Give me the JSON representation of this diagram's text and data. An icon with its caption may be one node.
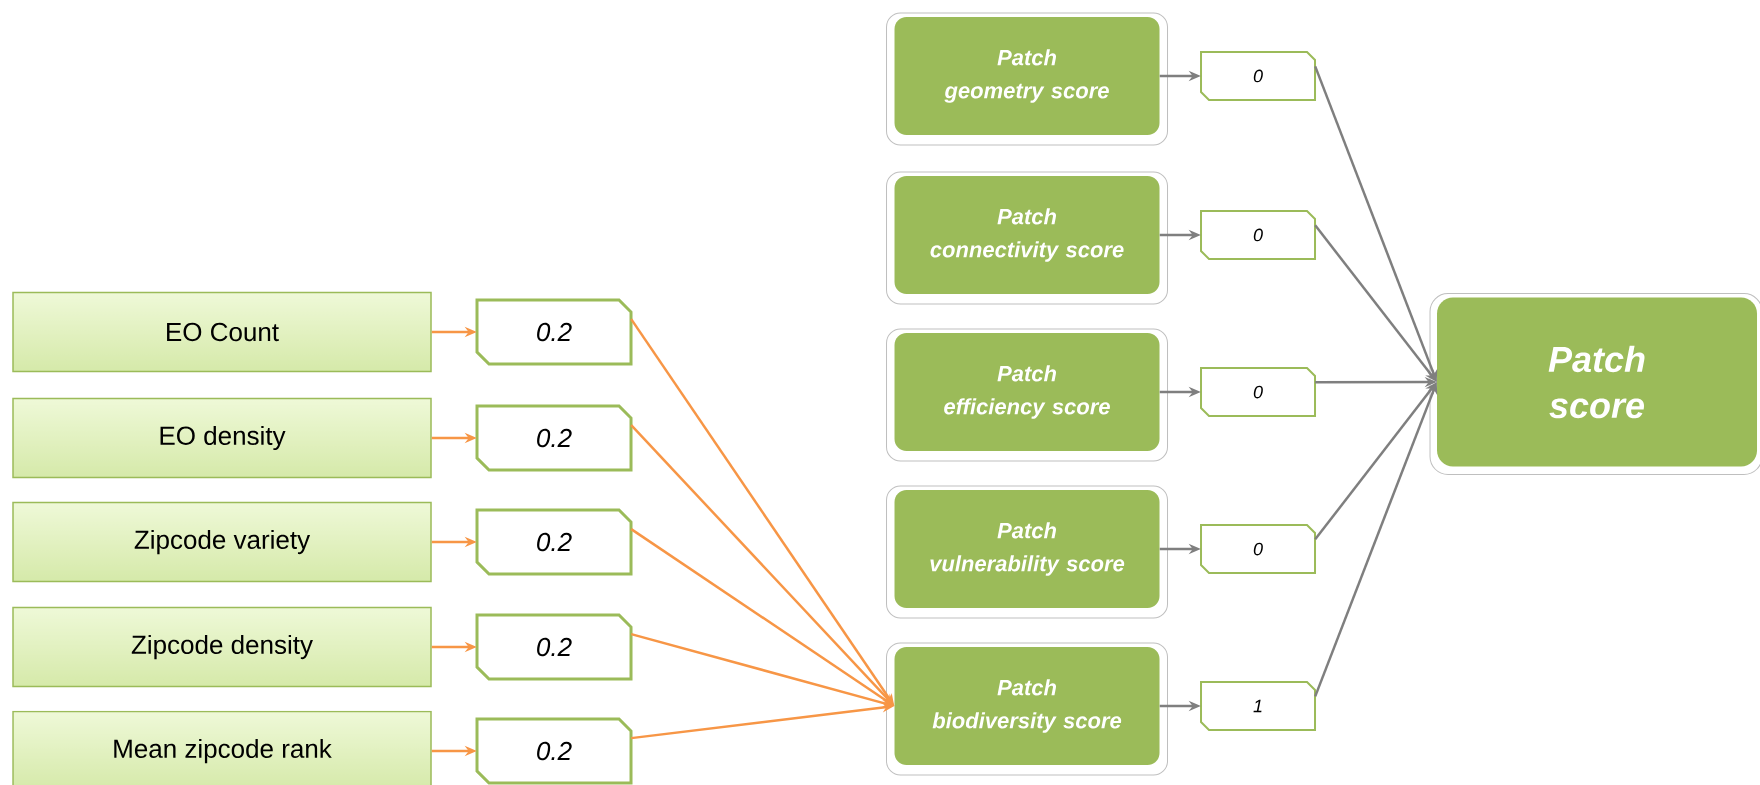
{
  "diagram": {
    "nodes": [
      {
        "text": [
          "EO Count"
        ]
      },
      {
        "text": [
          "EO density"
        ]
      },
      {
        "text": [
          "Zipcode variety"
        ]
      },
      {
        "text": [
          "Zipcode density"
        ]
      },
      {
        "text": [
          "Mean zipcode rank"
        ]
      },
      {
        "text": [
          "0.2"
        ]
      },
      {
        "text": [
          "0.2"
        ]
      },
      {
        "text": [
          "0.2"
        ]
      },
      {
        "text": [
          "0.2"
        ]
      },
      {
        "text": [
          "0.2"
        ]
      },
      {
        "text": [
          "Patch geometry score"
        ]
      },
      {
        "text": [
          "Patch connectivity score"
        ]
      },
      {
        "text": [
          "Patch efficiency score"
        ]
      },
      {
        "text": [
          "Patch vulnerability score"
        ]
      },
      {
        "text": [
          "Patch biodiversity score"
        ]
      },
      {
        "text": [
          "0"
        ]
      },
      {
        "text": [
          "0"
        ]
      },
      {
        "text": [
          "0"
        ]
      },
      {
        "text": [
          "0"
        ]
      },
      {
        "text": [
          "1"
        ]
      },
      {
        "text": [
          "Patch score"
        ]
      }
    ],
    "edges": [
      {
        "from": 0,
        "to": 5,
        "arrow": "to",
        "color": "#f79646"
      },
      {
        "from": 1,
        "to": 6,
        "arrow": "to",
        "color": "#f79646"
      },
      {
        "from": 2,
        "to": 7,
        "arrow": "to",
        "color": "#f79646"
      },
      {
        "from": 3,
        "to": 8,
        "arrow": "to",
        "color": "#f79646"
      },
      {
        "from": 4,
        "to": 9,
        "arrow": "to",
        "color": "#f79646"
      },
      {
        "from": 5,
        "to": 14,
        "arrow": "to",
        "color": "#f79646"
      },
      {
        "from": 6,
        "to": 14,
        "arrow": "to",
        "color": "#f79646"
      },
      {
        "from": 7,
        "to": 14,
        "arrow": "to",
        "color": "#f79646"
      },
      {
        "from": 8,
        "to": 14,
        "arrow": "to",
        "color": "#f79646"
      },
      {
        "from": 9,
        "to": 14,
        "arrow": "to",
        "color": "#f79646"
      },
      {
        "from": 10,
        "to": 15,
        "arrow": "to",
        "color": "#7f7f7f"
      },
      {
        "from": 11,
        "to": 16,
        "arrow": "to",
        "color": "#7f7f7f"
      },
      {
        "from": 12,
        "to": 17,
        "arrow": "to",
        "color": "#7f7f7f"
      },
      {
        "from": 13,
        "to": 18,
        "arrow": "to",
        "color": "#7f7f7f"
      },
      {
        "from": 14,
        "to": 19,
        "arrow": "to",
        "color": "#7f7f7f"
      },
      {
        "from": 15,
        "to": 20,
        "arrow": "to",
        "color": "#7f7f7f"
      },
      {
        "from": 16,
        "to": 20,
        "arrow": "to",
        "color": "#7f7f7f"
      },
      {
        "from": 17,
        "to": 20,
        "arrow": "to",
        "color": "#7f7f7f"
      },
      {
        "from": 18,
        "to": 20,
        "arrow": "to",
        "color": "#7f7f7f"
      },
      {
        "from": 19,
        "to": 20,
        "arrow": "to",
        "color": "#7f7f7f"
      }
    ]
  }
}
